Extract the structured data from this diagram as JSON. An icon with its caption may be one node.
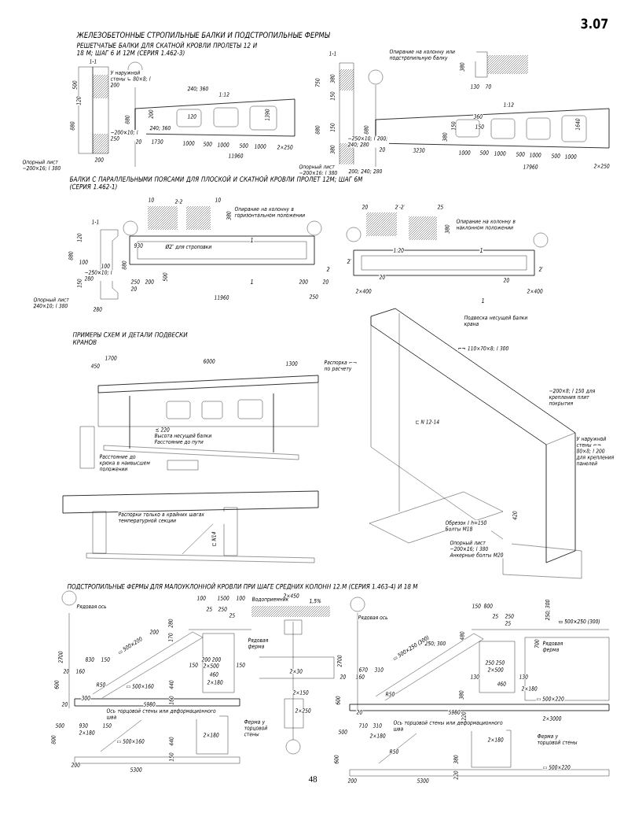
{
  "diagram": {
    "title": "ЖЕЛЕЗОБЕТОННЫЕ СТРОПИЛЬНЫЕ БАЛКИ И ПОДСТРОПИЛЬНЫЕ ФЕРМЫ",
    "labels": [
      "3.07",
      "РЕШЕТЧАТЫЕ БАЛКИ ДЛЯ СКАТНОЙ КРОВЛИ ПРОЛЕТЫ 12 И 18 М; ШАГ 6 И 12М (СЕРИЯ 1.462-3)",
      "1-1",
      "500",
      "120",
      "880",
      "200",
      "У наружной стены ∟ 80×8; l 200",
      "Опорный лист −200×16; l 380",
      "240; 360",
      "1:12",
      "880",
      "200",
      "120",
      "1390",
      "240; 360",
      "−200×10; l 250",
      "20",
      "1730",
      "1000",
      "500",
      "1000",
      "500",
      "1000",
      "2×250",
      "11960",
      "1-1",
      "750",
      "380",
      "150",
      "880",
      "150",
      "380",
      "Опирание на колонну или подстропильную балку",
      "380",
      "130",
      "70",
      "1:12",
      "360",
      "150",
      "380",
      "150",
      "1640",
      "880",
      "−250×10; l 200; 240; 280",
      "20",
      "3230",
      "1000",
      "500",
      "1000",
      "500",
      "1000",
      "500",
      "1000",
      "17960",
      "2×250",
      "Опорный лист −200×16; l 380",
      "200; 240; 280",
      "БАЛКИ С ПАРАЛЛЕЛЬНЫМИ ПОЯСАМИ ДЛЯ ПЛОСКОЙ И СКАТНОЙ КРОВЛИ ПРОЛЕТ 12М; ШАГ 6М (СЕРИЯ 1.462-1)",
      "10",
      "2-2",
      "10",
      "380",
      "Опирание на колонну в горизонтальном положении",
      "20",
      "2′-2′",
      "25",
      "380",
      "Опирание на колонну в наклонном положении",
      "1-1",
      "880",
      "120",
      "100",
      "100",
      "150",
      "−250×10; l 280",
      "Опорный лист 240×10; l 380",
      "280",
      "930",
      "Ø2″ для строповки",
      "880",
      "250",
      "200",
      "500",
      "20",
      "11960",
      "200",
      "20",
      "250",
      "1:20",
      "2×400",
      "20",
      "20",
      "2×400",
      "1",
      "1",
      "2",
      "2′",
      "2′",
      "1",
      "1",
      "ПРИМЕРЫ СХЕМ И ДЕТАЛИ ПОДВЕСКИ КРАНОВ",
      "1700",
      "450",
      "6000",
      "1300",
      "≤ 220",
      "Высота несущей балки",
      "Расстояние до пути",
      "Расстояние до крюка в наивысшем положении",
      "Распорки только в крайних шагах температурной секции",
      "⊏ N14",
      "Подвеска несущей балки крана",
      "⌐¬ 110×70×8; l 300",
      "Распорка ⌐¬ по расчету",
      "⊏ N 12-14",
      "−200×8; l 150 для крепления плит покрытия",
      "У наружной стены ⌐¬ 80×8; l 200 для крепления панелей",
      "420",
      "Обрезок I h=150 Болты M18",
      "Опорный лист −200×16; l 380 Анкерные болты M20",
      "ПОДСТРОПИЛЬНЫЕ ФЕРМЫ ДЛЯ МАЛОУКЛОННОЙ КРОВЛИ ПРИ ШАГЕ СРЕДНИХ КОЛОНН 12.М (СЕРИЯ 1.463-4) И 18 М",
      "Рядовая ось",
      "100",
      "1500",
      "100",
      "25",
      "250",
      "25",
      "280",
      "170",
      "200",
      "▭ 500×200",
      "830",
      "150",
      "20",
      "160",
      "600",
      "R50",
      "▭ 500×160",
      "300",
      "20",
      "5980",
      "150",
      "200 200",
      "2×500",
      "150",
      "460",
      "2×180",
      "440",
      "160",
      "2700",
      "Ось торцовой стены или деформационного шва",
      "500",
      "930",
      "150",
      "2×180",
      "800",
      "▭ 500×160",
      "440",
      "2×180",
      "150",
      "200",
      "5300",
      "Водоприемник",
      "2×450",
      "1,5%",
      "Рядовая ферма",
      "2×30",
      "2×150",
      "2×250",
      "Ферма у торцовой стены",
      "Рядовая ось",
      "150",
      "800",
      "25",
      "250",
      "25",
      "250; 300",
      "▭ 500×250 (300)",
      "480",
      "250; 300",
      "▭ 500×250 (300)",
      "700",
      "Рядовая ферма",
      "2700",
      "250 250",
      "670",
      "310",
      "2×500",
      "20",
      "160",
      "130",
      "130",
      "460",
      "2×180",
      "R50",
      "600",
      "380",
      "▭ 500×220",
      "220",
      "20",
      "5980",
      "2×3000",
      "Ось торцовой стены или деформационного шва",
      "710",
      "310",
      "500",
      "2×180",
      "R50",
      "2×180",
      "Ферма у торцовой стены",
      "▭ 500×220",
      "600",
      "380",
      "220",
      "200",
      "5300",
      "48"
    ]
  }
}
